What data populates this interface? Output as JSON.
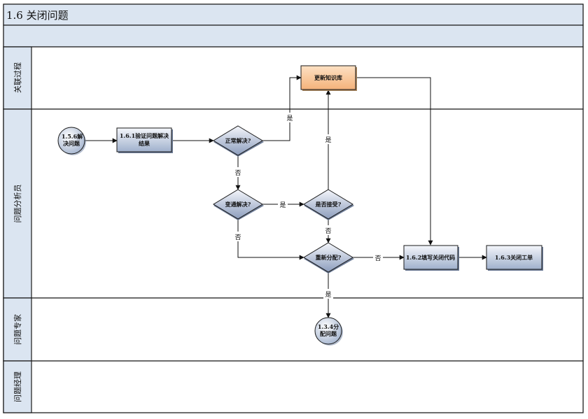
{
  "title": "1.6 关闭问题",
  "lanes": [
    {
      "id": "lane-guanlian",
      "label": "关联过程"
    },
    {
      "id": "lane-analyst",
      "label": "问题分析员"
    },
    {
      "id": "lane-expert",
      "label": "问题专家"
    },
    {
      "id": "lane-manager",
      "label": "问题经理"
    }
  ],
  "nodes": {
    "start_ref": {
      "line1": "1.5.6解",
      "line2": "决问题"
    },
    "verify": {
      "line1": "1.6.1验证问题解决",
      "line2": "结果"
    },
    "d_normal": {
      "label": "正常解决?"
    },
    "d_workaround": {
      "label": "变通解决?"
    },
    "d_accept": {
      "label": "是否接受?"
    },
    "d_reassign": {
      "label": "重新分配?"
    },
    "update_kb": {
      "label": "更新知识库"
    },
    "fill_code": {
      "label": "1.6.2填写关闭代码"
    },
    "close_ticket": {
      "label": "1.6.3关闭工单"
    },
    "end_ref": {
      "line1": "1.3.4分",
      "line2": "配问题"
    }
  },
  "edge_labels": {
    "normal_yes": "是",
    "normal_no": "否",
    "work_yes": "是",
    "work_no": "否",
    "accept_yes": "是",
    "accept_no": "否",
    "reassign_yes": "是",
    "reassign_no": "否"
  },
  "colors": {
    "process_fill_top": "#eef2f8",
    "process_fill_bottom": "#9aaac8",
    "kb_fill": "#f9c99a",
    "lane_header": "#dbe5f1",
    "title_bar": "#dbe5f1",
    "border": "#1a1a1a"
  }
}
